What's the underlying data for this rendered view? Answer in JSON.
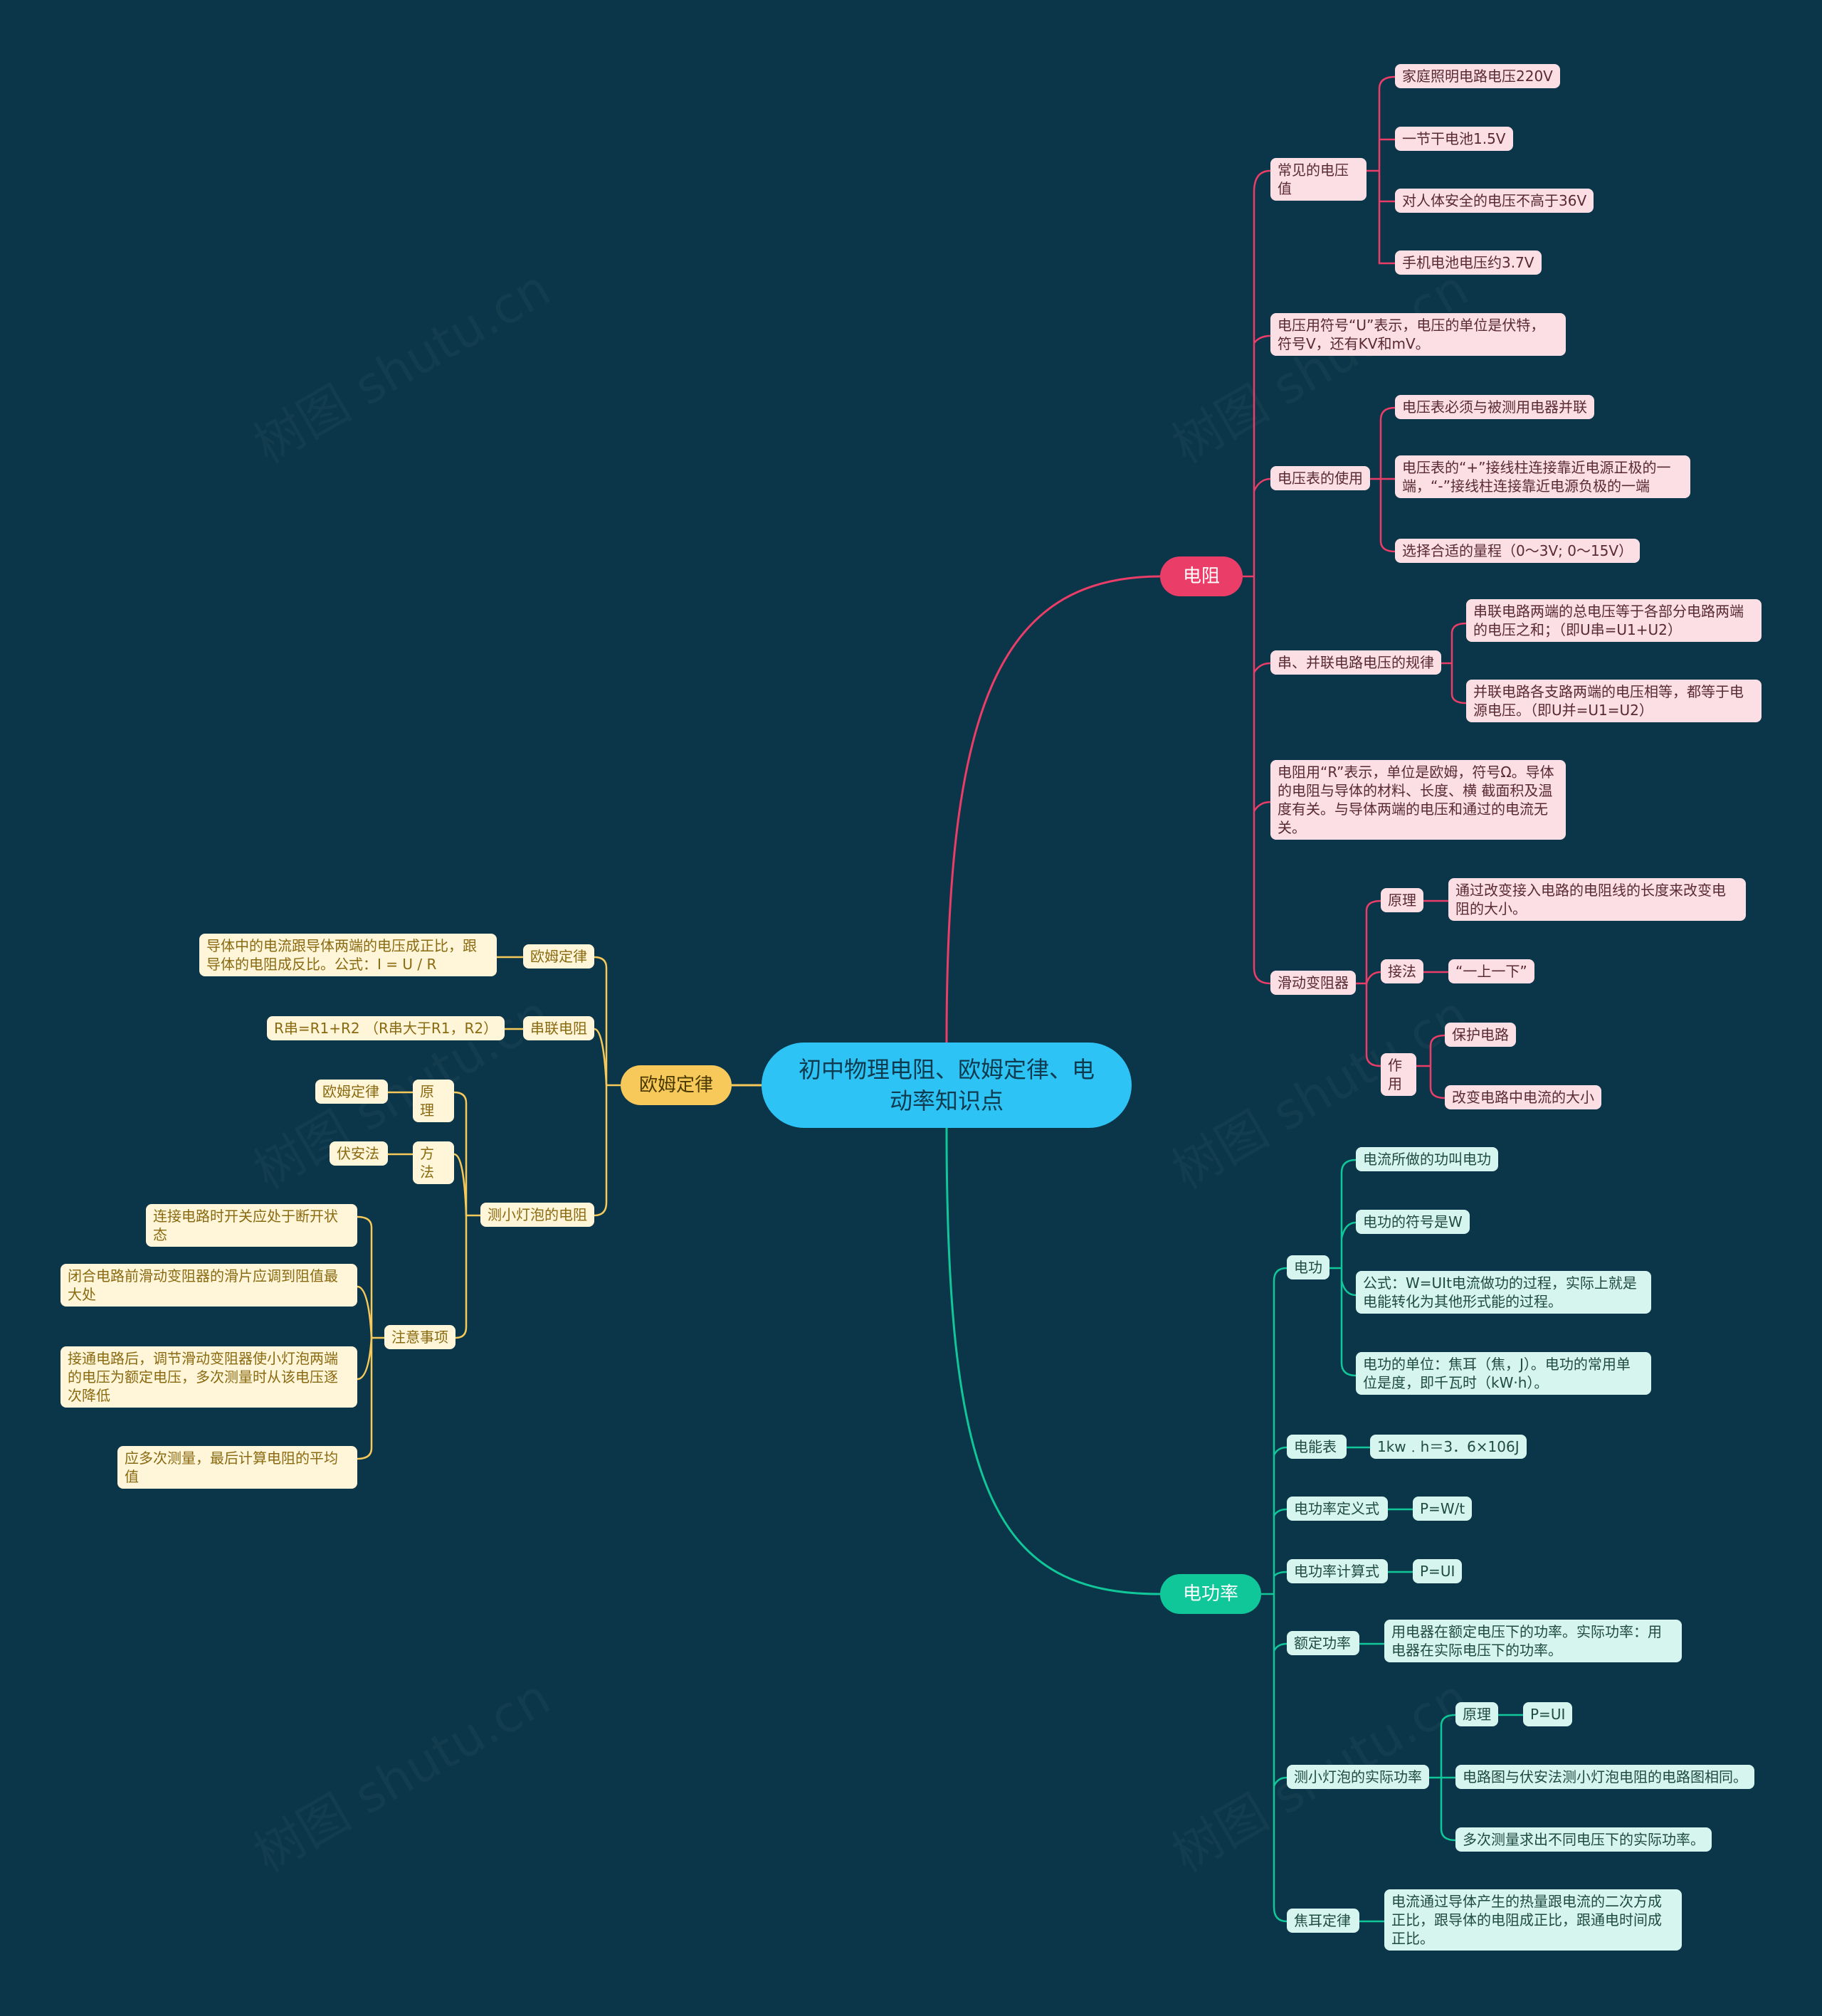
{
  "root": {
    "title": "初中物理电阻、欧姆定律、电动率知识点"
  },
  "colors": {
    "background": "#0b3548",
    "dianzu": "#ea3d68",
    "gonglv": "#10c79a",
    "oumu": "#f7c95a",
    "root": "#2ec3f5"
  },
  "dianzu": {
    "label": "电阻",
    "voltage_common": {
      "label": "常见的电压值",
      "items": [
        "家庭照明电路电压220V",
        "一节干电池1.5V",
        "对人体安全的电压不高于36V",
        "手机电池电压约3.7V"
      ]
    },
    "voltage_symbol": "电压用符号“U”表示，电压的单位是伏特，符号V，还有KV和mV。",
    "voltmeter": {
      "label": "电压表的使用",
      "items": [
        "电压表必须与被测用电器并联",
        "电压表的“+”接线柱连接靠近电源正极的一端，“-”接线柱连接靠近电源负极的一端",
        "选择合适的量程（0～3V; 0～15V）"
      ]
    },
    "series_parallel": {
      "label": "串、并联电路电压的规律",
      "items": [
        "串联电路两端的总电压等于各部分电路两端的电压之和；（即U串=U1+U2）",
        "并联电路各支路两端的电压相等，都等于电源电压。（即U并=U1=U2）"
      ]
    },
    "resistance_def": "电阻用“R”表示，单位是欧姆，符号Ω。导体的电阻与导体的材料、长度、横 截面积及温度有关。与导体两端的电压和通过的电流无关。",
    "rheostat": {
      "label": "滑动变阻器",
      "principle_label": "原理",
      "principle": "通过改变接入电路的电阻线的长度来改变电阻的大小。",
      "wiring_label": "接法",
      "wiring": "“一上一下”",
      "function_label": "作用",
      "functions": [
        "保护电路",
        "改变电路中电流的大小"
      ]
    }
  },
  "gonglv": {
    "label": "电功率",
    "work": {
      "label": "电功",
      "items": [
        "电流所做的功叫电功",
        "电功的符号是W",
        "公式：W=UIt电流做功的过程，实际上就是电能转化为其他形式能的过程。",
        "电功的单位：焦耳（焦，J）。电功的常用单位是度，即千瓦时（kW·h）。"
      ]
    },
    "meter": {
      "label": "电能表",
      "value": "1kw﹒h＝3．6×106J"
    },
    "def": {
      "label": "电功率定义式",
      "value": "P=W/t"
    },
    "calc": {
      "label": "电功率计算式",
      "value": "P=UI"
    },
    "rated": {
      "label": "额定功率",
      "value": "用电器在额定电压下的功率。实际功率：用电器在实际电压下的功率。"
    },
    "measure": {
      "label": "测小灯泡的实际功率",
      "principle_label": "原理",
      "principle": "P=UI",
      "items": [
        "电路图与伏安法测小灯泡电阻的电路图相同。",
        "多次测量求出不同电压下的实际功率。"
      ]
    },
    "joule": {
      "label": "焦耳定律",
      "value": "电流通过导体产生的热量跟电流的二次方成正比，跟导体的电阻成正比，跟通电时间成正比。"
    }
  },
  "oumu": {
    "label": "欧姆定律",
    "law": {
      "label": "欧姆定律",
      "value": "导体中的电流跟导体两端的电压成正比，跟导体的电阻成反比。公式：I = U / R"
    },
    "series": {
      "label": "串联电阻",
      "value": "R串=R1+R2 （R串大于R1，R2）"
    },
    "bulb": {
      "label": "测小灯泡的电阻",
      "principle_label": "原理",
      "principle": "欧姆定律",
      "method_label": "方法",
      "method": "伏安法",
      "notes_label": "注意事项",
      "notes": [
        "连接电路时开关应处于断开状态",
        "闭合电路前滑动变阻器的滑片应调到阻值最大处",
        "接通电路后，调节滑动变阻器使小灯泡两端的电压为额定电压，多次测量时从该电压逐次降低",
        "应多次测量，最后计算电阻的平均值"
      ]
    }
  }
}
